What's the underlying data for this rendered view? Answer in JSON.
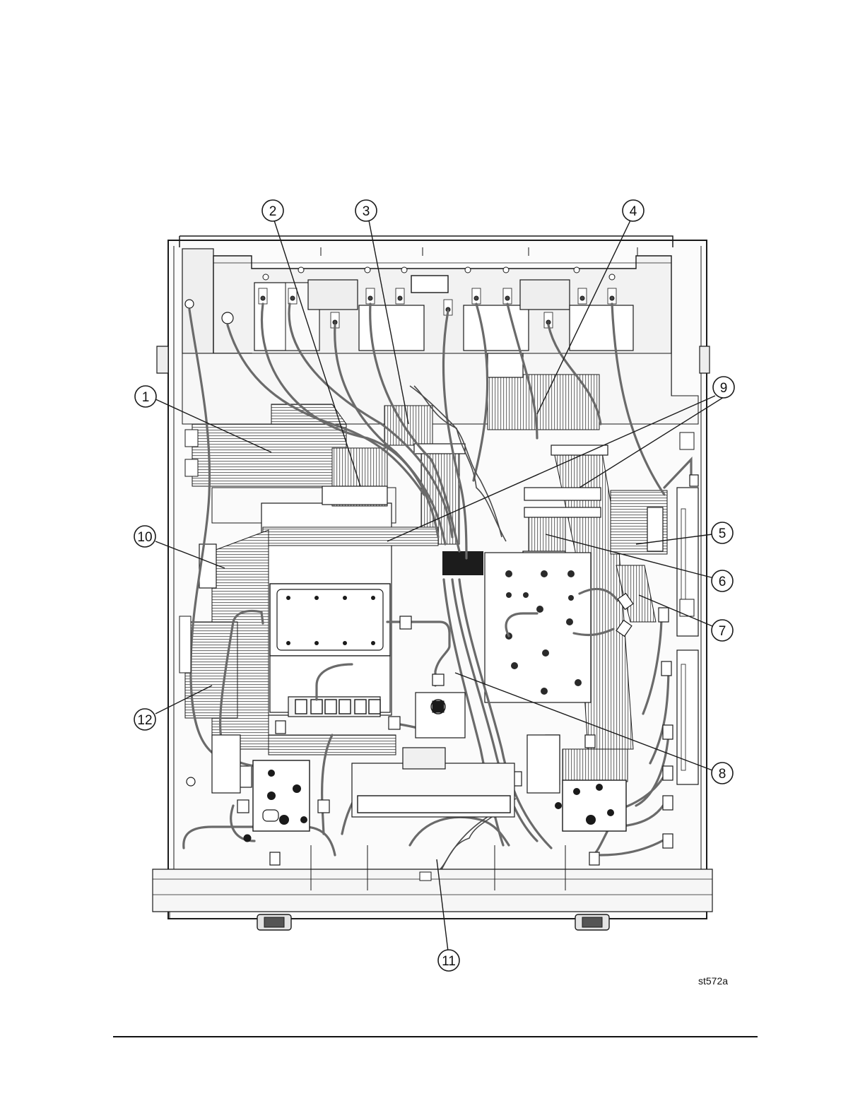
{
  "figure_id": "st572a",
  "callouts": [
    {
      "label": "1"
    },
    {
      "label": "2"
    },
    {
      "label": "3"
    },
    {
      "label": "4"
    },
    {
      "label": "5"
    },
    {
      "label": "6"
    },
    {
      "label": "7"
    },
    {
      "label": "8"
    },
    {
      "label": "9"
    },
    {
      "label": "10"
    },
    {
      "label": "11"
    },
    {
      "label": "12"
    }
  ],
  "colors": {
    "line": "#1a1a1a",
    "panel": "#f0f0f0",
    "cable": "#6a6a6a",
    "ribbon": "#8a8a8a",
    "connector": "#303030"
  }
}
